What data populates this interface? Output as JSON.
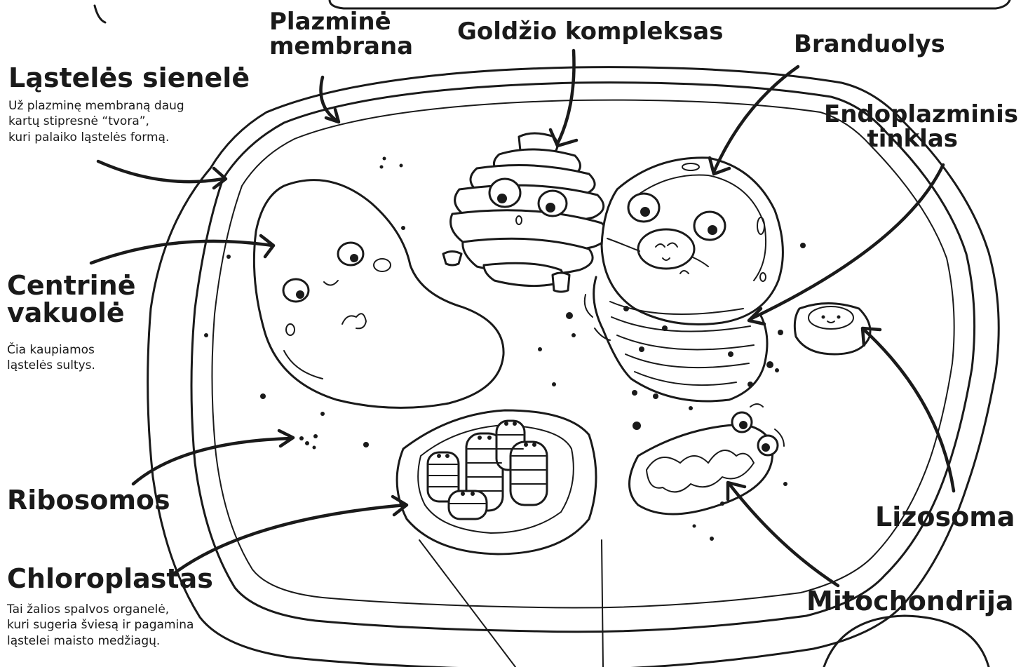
{
  "labels": {
    "cell_wall": {
      "title": "Ląstelės sienelė",
      "description": [
        "Už plazminę membraną daug",
        "kartų stipresnė “tvora”,",
        "kuri palaiko ląstelės formą."
      ]
    },
    "plasma_membrane": {
      "title": [
        "Plazminė",
        "membrana"
      ]
    },
    "golgi": {
      "title": "Goldžio kompleksas"
    },
    "nucleus": {
      "title": "Branduolys"
    },
    "er": {
      "title": [
        "Endoplazminis",
        "tinklas"
      ]
    },
    "vacuole": {
      "title": [
        "Centrinė",
        "vakuolė"
      ],
      "description": [
        "Čia kaupiamos",
        "ląstelės sultys."
      ]
    },
    "ribosomes": {
      "title": "Ribosomos"
    },
    "chloroplast": {
      "title": "Chloroplastas",
      "description": [
        "Tai žalios spalvos organelė,",
        "kuri sugeria šviesą ir pagamina",
        "ląstelei maisto medžiagų."
      ]
    },
    "lysosome": {
      "title": "Lizosoma"
    },
    "mitochondria": {
      "title": "Mitochondrija"
    }
  },
  "style": {
    "ink": "#1a1a1a",
    "paper": "#ffffff"
  }
}
